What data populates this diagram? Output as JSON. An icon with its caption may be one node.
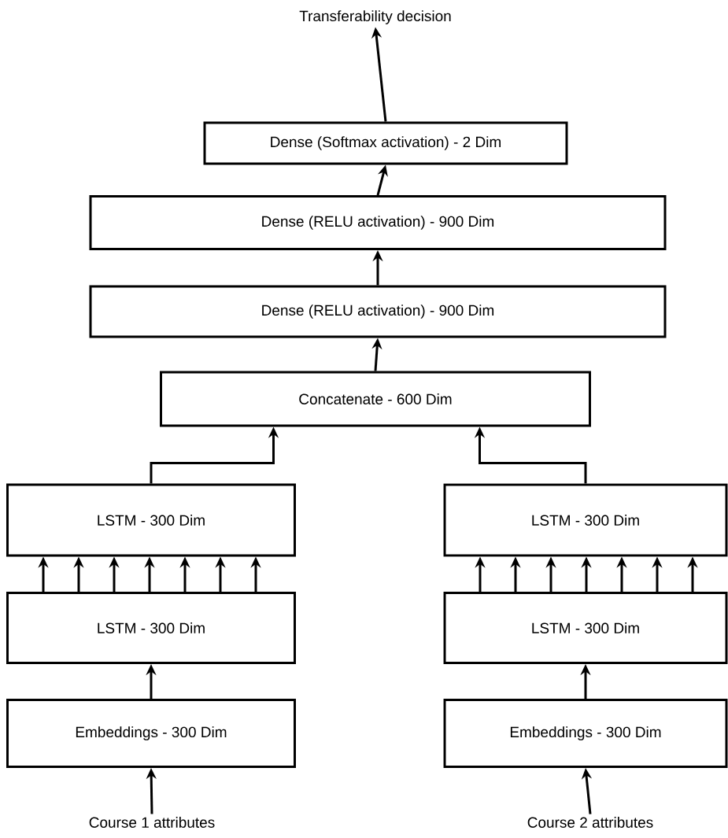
{
  "diagram": {
    "nodes": [
      {
        "text": [
          "Transferability decision"
        ]
      },
      {
        "text": [
          "Dense (Softmax activation) - 2 Dim"
        ]
      },
      {
        "text": [
          "Dense (RELU activation) - 900 Dim"
        ]
      },
      {
        "text": [
          "Dense (RELU activation) - 900 Dim"
        ]
      },
      {
        "text": [
          "Concatenate - 600 Dim"
        ]
      },
      {
        "text": [
          "LSTM - 300 Dim"
        ]
      },
      {
        "text": [
          "LSTM - 300 Dim"
        ]
      },
      {
        "text": [
          "Embeddings - 300 Dim"
        ]
      },
      {
        "text": [
          "Course 1 attributes"
        ]
      },
      {
        "text": [
          "LSTM - 300 Dim"
        ]
      },
      {
        "text": [
          "LSTM - 300 Dim"
        ]
      },
      {
        "text": [
          "Embeddings - 300 Dim"
        ]
      },
      {
        "text": [
          "Course 2 attributes"
        ]
      }
    ],
    "edges": [
      {
        "from": 1,
        "to": 0,
        "arrow": "to"
      },
      {
        "from": 2,
        "to": 1,
        "arrow": "to"
      },
      {
        "from": 3,
        "to": 2,
        "arrow": "to"
      },
      {
        "from": 4,
        "to": 3,
        "arrow": "to"
      },
      {
        "from": 5,
        "to": 4,
        "arrow": "to"
      },
      {
        "from": 9,
        "to": 4,
        "arrow": "to"
      },
      {
        "from": 6,
        "to": 5,
        "arrow": "to"
      },
      {
        "from": 6,
        "to": 5,
        "arrow": "to"
      },
      {
        "from": 6,
        "to": 5,
        "arrow": "to"
      },
      {
        "from": 6,
        "to": 5,
        "arrow": "to"
      },
      {
        "from": 6,
        "to": 5,
        "arrow": "to"
      },
      {
        "from": 6,
        "to": 5,
        "arrow": "to"
      },
      {
        "from": 6,
        "to": 5,
        "arrow": "to"
      },
      {
        "from": 10,
        "to": 9,
        "arrow": "to"
      },
      {
        "from": 10,
        "to": 9,
        "arrow": "to"
      },
      {
        "from": 10,
        "to": 9,
        "arrow": "to"
      },
      {
        "from": 10,
        "to": 9,
        "arrow": "to"
      },
      {
        "from": 10,
        "to": 9,
        "arrow": "to"
      },
      {
        "from": 10,
        "to": 9,
        "arrow": "to"
      },
      {
        "from": 10,
        "to": 9,
        "arrow": "to"
      },
      {
        "from": 7,
        "to": 6,
        "arrow": "to"
      },
      {
        "from": 11,
        "to": 10,
        "arrow": "to"
      },
      {
        "from": 8,
        "to": 7,
        "arrow": "to"
      },
      {
        "from": 12,
        "to": 11,
        "arrow": "to"
      }
    ]
  }
}
